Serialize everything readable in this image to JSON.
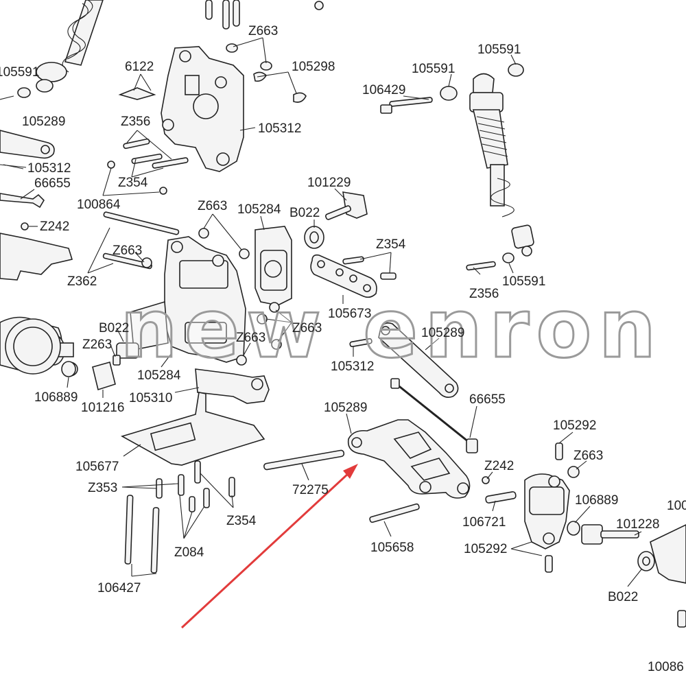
{
  "watermark": "new enron",
  "colors": {
    "line": "#222222",
    "arrow": "#e23b3b",
    "watermark": "#9a9a9a"
  },
  "labels": {
    "l105591a": "105591",
    "l6122": "6122",
    "lZ663a": "Z663",
    "l105298": "105298",
    "l105591b": "105591",
    "l105591c": "105591",
    "l106429": "106429",
    "l105289a": "105289",
    "lZ356a": "Z356",
    "l105312a": "105312",
    "l105312b": "105312",
    "l66655a": "66655",
    "lZ354a": "Z354",
    "l100864a": "100864",
    "l101229": "101229",
    "lZ242a": "Z242",
    "lZ663b": "Z663",
    "l105284a": "105284",
    "lB022a": "B022",
    "lZ354b": "Z354",
    "lZ663c": "Z663",
    "lZ362": "Z362",
    "lZ356b": "Z356",
    "l105591d": "105591",
    "l105673": "105673",
    "lZ663d": "Z663",
    "lB022b": "B022",
    "l105289b": "105289",
    "lZ263": "Z263",
    "lZ663e": "Z663",
    "l105312c": "105312",
    "l105284b": "105284",
    "l106889a": "106889",
    "l105310": "105310",
    "l101216": "101216",
    "l66655b": "66655",
    "l105289c": "105289",
    "l105292a": "105292",
    "lZ663f": "Z663",
    "l105677": "105677",
    "lZ242b": "Z242",
    "lZ353": "Z353",
    "l72275": "72275",
    "l106889b": "106889",
    "l100a": "100",
    "l101228": "101228",
    "lZ354c": "Z354",
    "l106721": "106721",
    "lZ084": "Z084",
    "l105658": "105658",
    "l105292b": "105292",
    "lB022c": "B022",
    "l106427": "106427",
    "l10086": "10086"
  }
}
